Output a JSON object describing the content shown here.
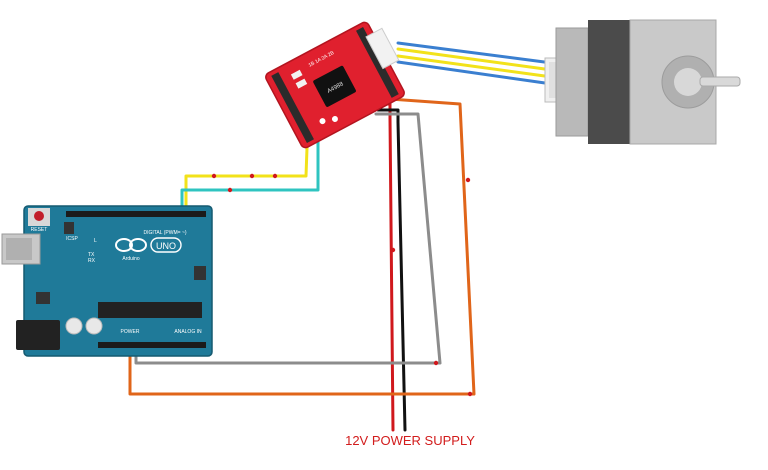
{
  "arduino": {
    "brand": "Arduino",
    "model": "UNO",
    "reset": "RESET",
    "icsp": "ICSP",
    "digital": "DIGITAL (PWM= ~)",
    "power": "POWER",
    "analog": "ANALOG IN",
    "led_l": "L",
    "led_tx": "TX",
    "led_rx": "RX",
    "color": "#1f7a99"
  },
  "driver": {
    "color": "#e0202e",
    "pins_top": "1B 1A 2A 2B",
    "chip": "A4988"
  },
  "motor": {
    "color": "#8a8a8a"
  },
  "wires": {
    "blue": "#3a7fd0",
    "yellow": "#f2e21a",
    "red": "#d0181c",
    "black": "#111111",
    "gray": "#8c8c8c",
    "orange": "#e0651a",
    "teal": "#2fc4c0"
  },
  "power_supply_label": "12V POWER SUPPLY"
}
